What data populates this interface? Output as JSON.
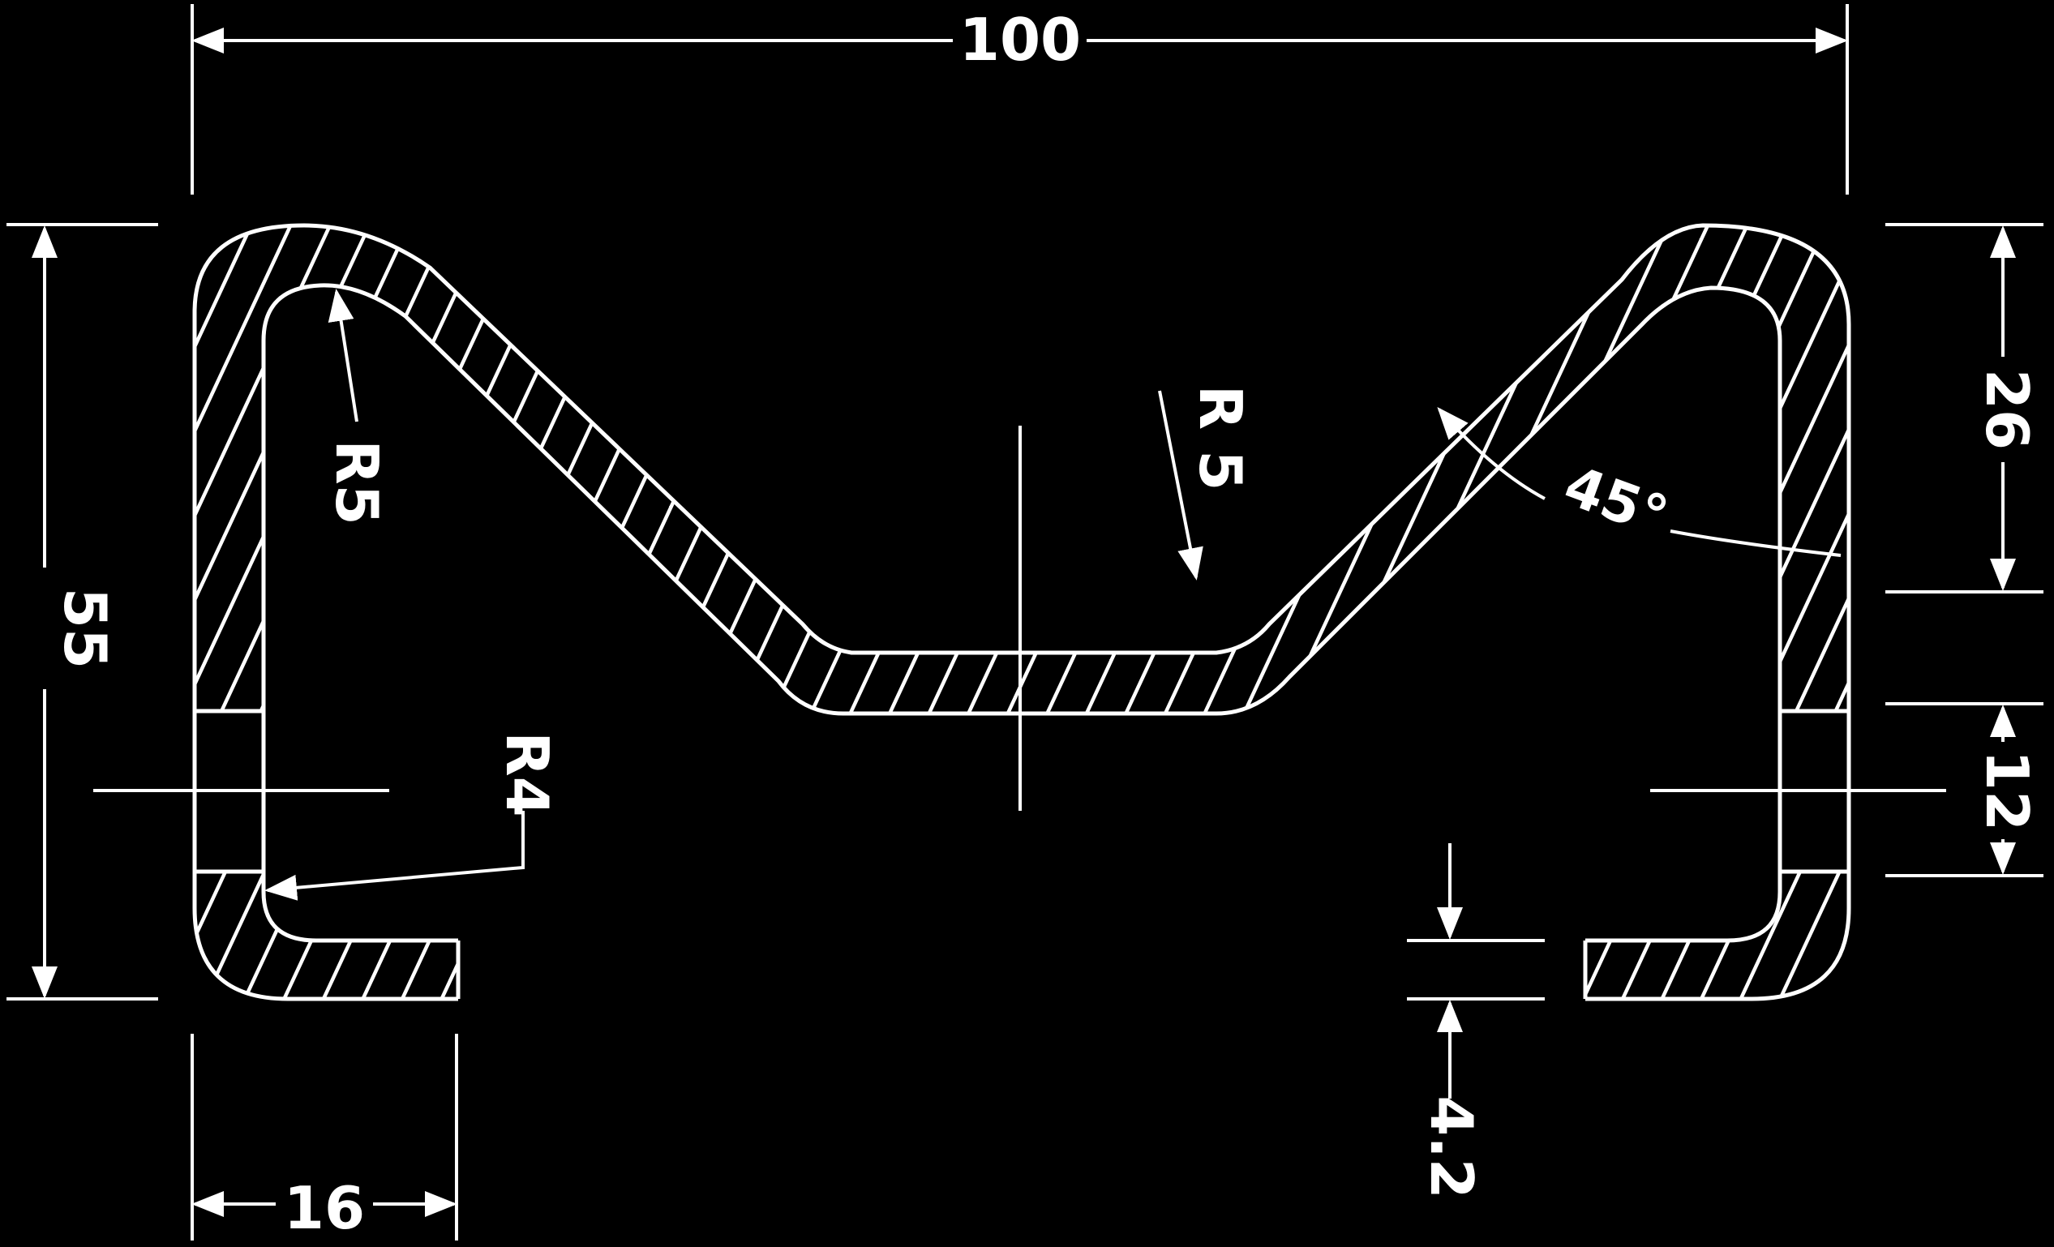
{
  "drawing": {
    "background_color": "#000000",
    "line_color": "#ffffff",
    "dimensions": {
      "overall_width": "100",
      "overall_height": "55",
      "flange_width": "16",
      "thickness": "4.2",
      "top_offset": "26",
      "slot_height": "12",
      "angle": "45°"
    },
    "radii": {
      "left_top": "R5",
      "center_bend": "R 5",
      "left_bottom": "R4"
    }
  }
}
